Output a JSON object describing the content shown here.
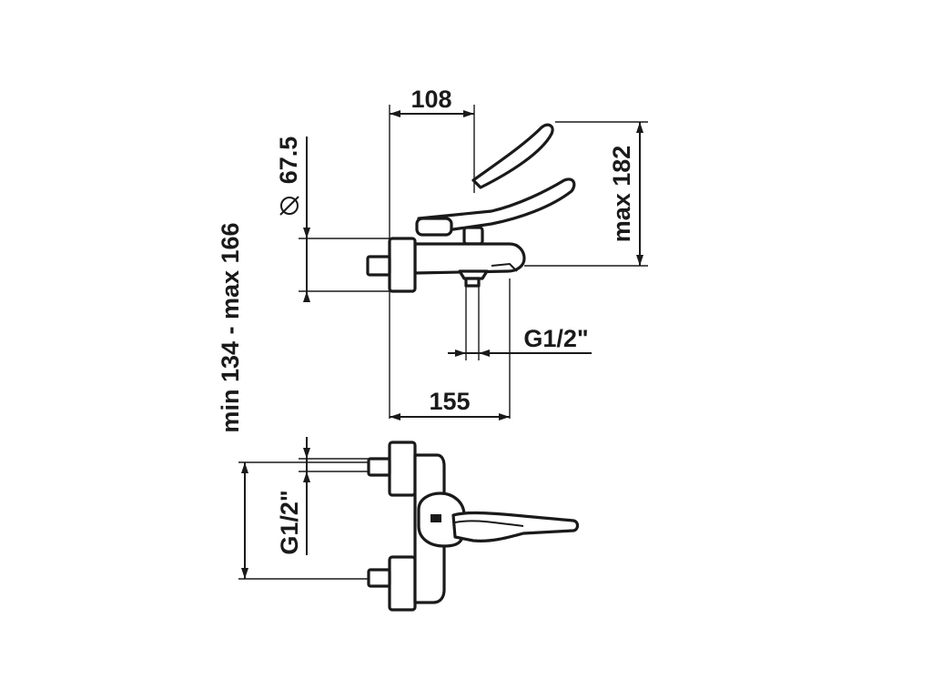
{
  "dimensions": {
    "width_top": "108",
    "diameter": "67.5",
    "height_max": "max 182",
    "connection_right": "G1/2\"",
    "depth": "155",
    "range": "min 134 - max 166",
    "connection_left": "G1/2\""
  },
  "colors": {
    "line": "#1a1a1a",
    "background": "#ffffff"
  },
  "icons": {
    "diameter_symbol": "diameter-symbol-icon"
  }
}
